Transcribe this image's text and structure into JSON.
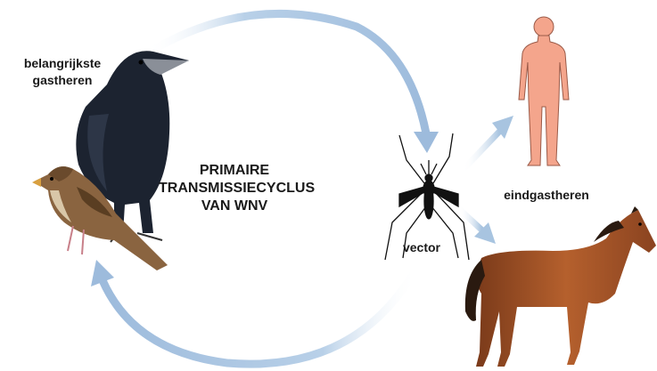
{
  "labels": {
    "main_hosts": "belangrijkste gastheren",
    "cycle_title": "PRIMAIRE TRANSMISSIECYCLUS VAN WNV",
    "vector": "vector",
    "dead_end_hosts": "eindgastheren"
  },
  "illustrations": [
    {
      "name": "crow",
      "description_icon": "crow-icon"
    },
    {
      "name": "sparrow",
      "description_icon": "sparrow-icon"
    },
    {
      "name": "mosquito",
      "description_icon": "mosquito-icon"
    },
    {
      "name": "human",
      "description_icon": "human-icon"
    },
    {
      "name": "horse",
      "description_icon": "horse-icon"
    }
  ],
  "colors": {
    "arrow": "#a8c4e0",
    "human_skin": "#f4a58c",
    "horse_coat": "#a0522d",
    "crow": "#1c2330",
    "sparrow": "#8a6440",
    "mosquito": "#111111"
  }
}
